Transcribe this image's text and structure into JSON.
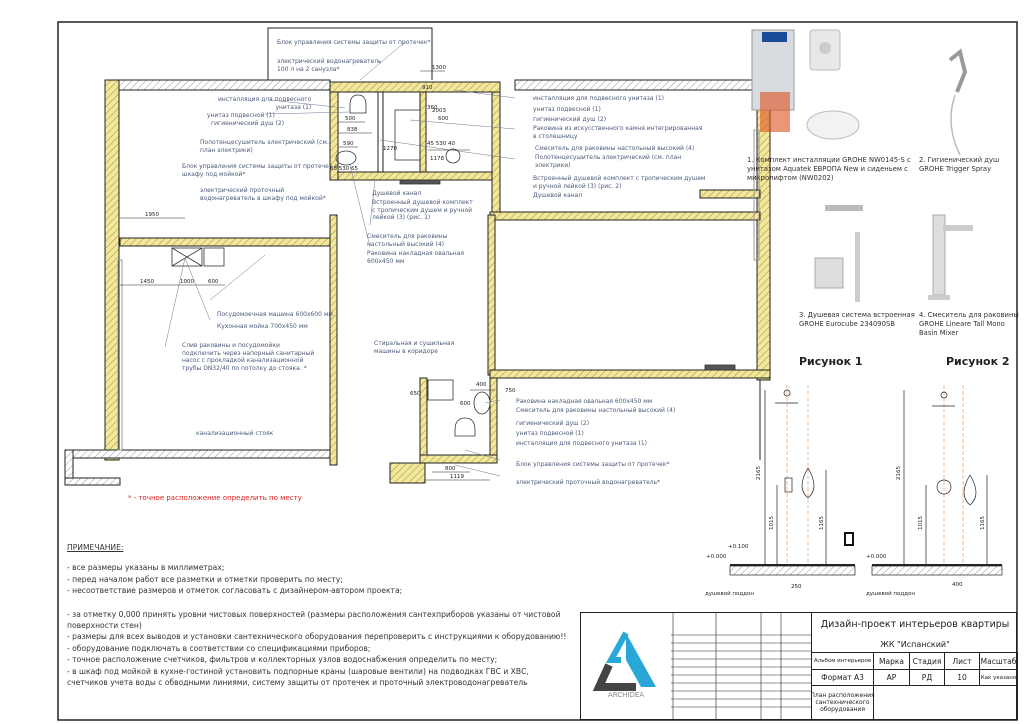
{
  "plan": {
    "labels": [
      "Блок управления системы защиты от протечек*",
      "электрический водонагреватель\n100 л на 2 санузла*",
      "инсталляция для подвесного\nунитаза (1)",
      "унитаз подвесной (1)",
      "гигиенический душ (2)",
      "Полотенцесушитель электрический (см.\nплан электрики)",
      "Блок управления системы защиты от протечек в\nшкафу под мойкой*",
      "электрический проточный\nводонагреватель в шкафу под мойкой*",
      "инсталляция для подвесного унитаза (1)",
      "унитаз подвесной (1)",
      "гигиенический душ (2)",
      "Раковина из искусственного камня интегрированная\nв столешницу",
      "Смеситель для раковины настольный высокий (4)",
      "Полотенцесушитель электрический (см. план\nэлектрики)",
      "Встроенный душевой комплект с тропическим душем\nи ручной лейкой (3) (рис. 2)",
      "Душевой канал",
      "Душевой канал",
      "Встроенный душевой комплект\nс тропическим душем и ручной\nлейкой (3) (рис. 1)",
      "Смеситель для раковины\nнастольный высокий (4)",
      "Раковина накладная овальная\n600х450 мм",
      "Посудомоечная машина 600х600 мм",
      "Кухонная мойка 700х450 мм",
      "Слив раковины и посудомойки\nподключить через напорный санитарный\nнасос с прокладкой канализационной\nтрубы DN32/40 по потолку до стояка. *",
      "Стиральная и сушильная\nмашины в коридоре",
      "Раковина накладная овальная 600х450 мм",
      "Смеситель для раковины настольный высокий (4)",
      "гигиенический душ (2)",
      "унитаз подвесной (1)",
      "инсталляция для подвесного унитаза (1)",
      "Блок управления системы защиты от протечек*",
      "электрический проточный водонагреватель*",
      "канализационный стояк"
    ],
    "dims": [
      "1300",
      "910",
      "2003",
      "360",
      "600",
      "500",
      "838",
      "590",
      "1270",
      "45 530 40",
      "1178",
      "65 530 65",
      "1950",
      "1450",
      "1000",
      "600",
      "400",
      "600",
      "650",
      "750",
      "800",
      "1119"
    ],
    "footnote": "* - точное расположение определить по месту"
  },
  "products": [
    {
      "caption": "1. Комплект инсталляции GROHE NW0145-S с\nунитазом Aquatek ЕВРОПА New и сиденьем с\nмикролифтом (NW0202)",
      "image": "toilet-installation",
      "brand": "GROHE"
    },
    {
      "caption": "2. Гигиенический душ\nGROHE Trigger Spray",
      "image": "hygienic-shower"
    },
    {
      "caption": "3. Душевая система встроенная\nGROHE Eurocube 234090SB",
      "image": "shower-system"
    },
    {
      "caption": "4. Смеситель для раковины\nGROHE Lineare Tall Mono\nBasin Mixer",
      "image": "basin-mixer"
    }
  ],
  "figures": [
    {
      "title": "Рисунок 1",
      "dims": [
        "2165",
        "1015",
        "1165",
        "250"
      ],
      "levels": [
        "+0.100",
        "+0.000"
      ],
      "tray": "душевой поддон"
    },
    {
      "title": "Рисунок 2",
      "dims": [
        "2165",
        "1015",
        "1165",
        "400"
      ],
      "levels": [
        "+0.000"
      ],
      "tray": "душевой поддон"
    }
  ],
  "notes": {
    "title": "ПРИМЕЧАНИЕ:",
    "group1": [
      "- все размеры указаны в миллиметрах;",
      "- перед началом работ все разметки и отметки проверить по месту;",
      "- несоответствие размеров и отметок согласовать с дизайнером-автором проекта;"
    ],
    "group2": [
      "- за отметку 0,000 принять уровни чистовых поверхностей (размеры расположения сантехприборов указаны от чистовой",
      "поверхности стен)",
      "- размеры для всех выводов и установки сантехнического оборудования перепроверить с инструкциями к оборудованию!!",
      "- оборудование подключать в соответствии со спецификациями приборов;",
      "- точное расположение счетчиков, фильтров и коллекторных узлов водоснабжения определить по месту;",
      "- в шкаф под мойкой в кухне-гостиной установить подпорные краны (шаровые вентили) на подводках ГВС и ХВС,",
      "счетчиков учета воды с обводными линиями, систему защиты от протечек и проточный электроводонагреватель"
    ]
  },
  "title_block": {
    "logo": "ARCHIDEA",
    "project": "Дизайн-проект интерьеров квартиры",
    "complex": "ЖК \"Испанский\"",
    "album": "Альбом интерьеров",
    "headers": [
      "Марка",
      "Стадия",
      "Лист",
      "Масштаб"
    ],
    "format": "Формат А3",
    "values": [
      "АР",
      "РД",
      "10",
      "Как указано"
    ],
    "sheet_name": "План расположения\nсантехнического\nоборудования"
  },
  "colors": {
    "wall": "#f3e79a",
    "hatch": "#8a7a30",
    "label": "#4c5a7a",
    "accent": "#29a8d8",
    "red": "#d22222"
  }
}
